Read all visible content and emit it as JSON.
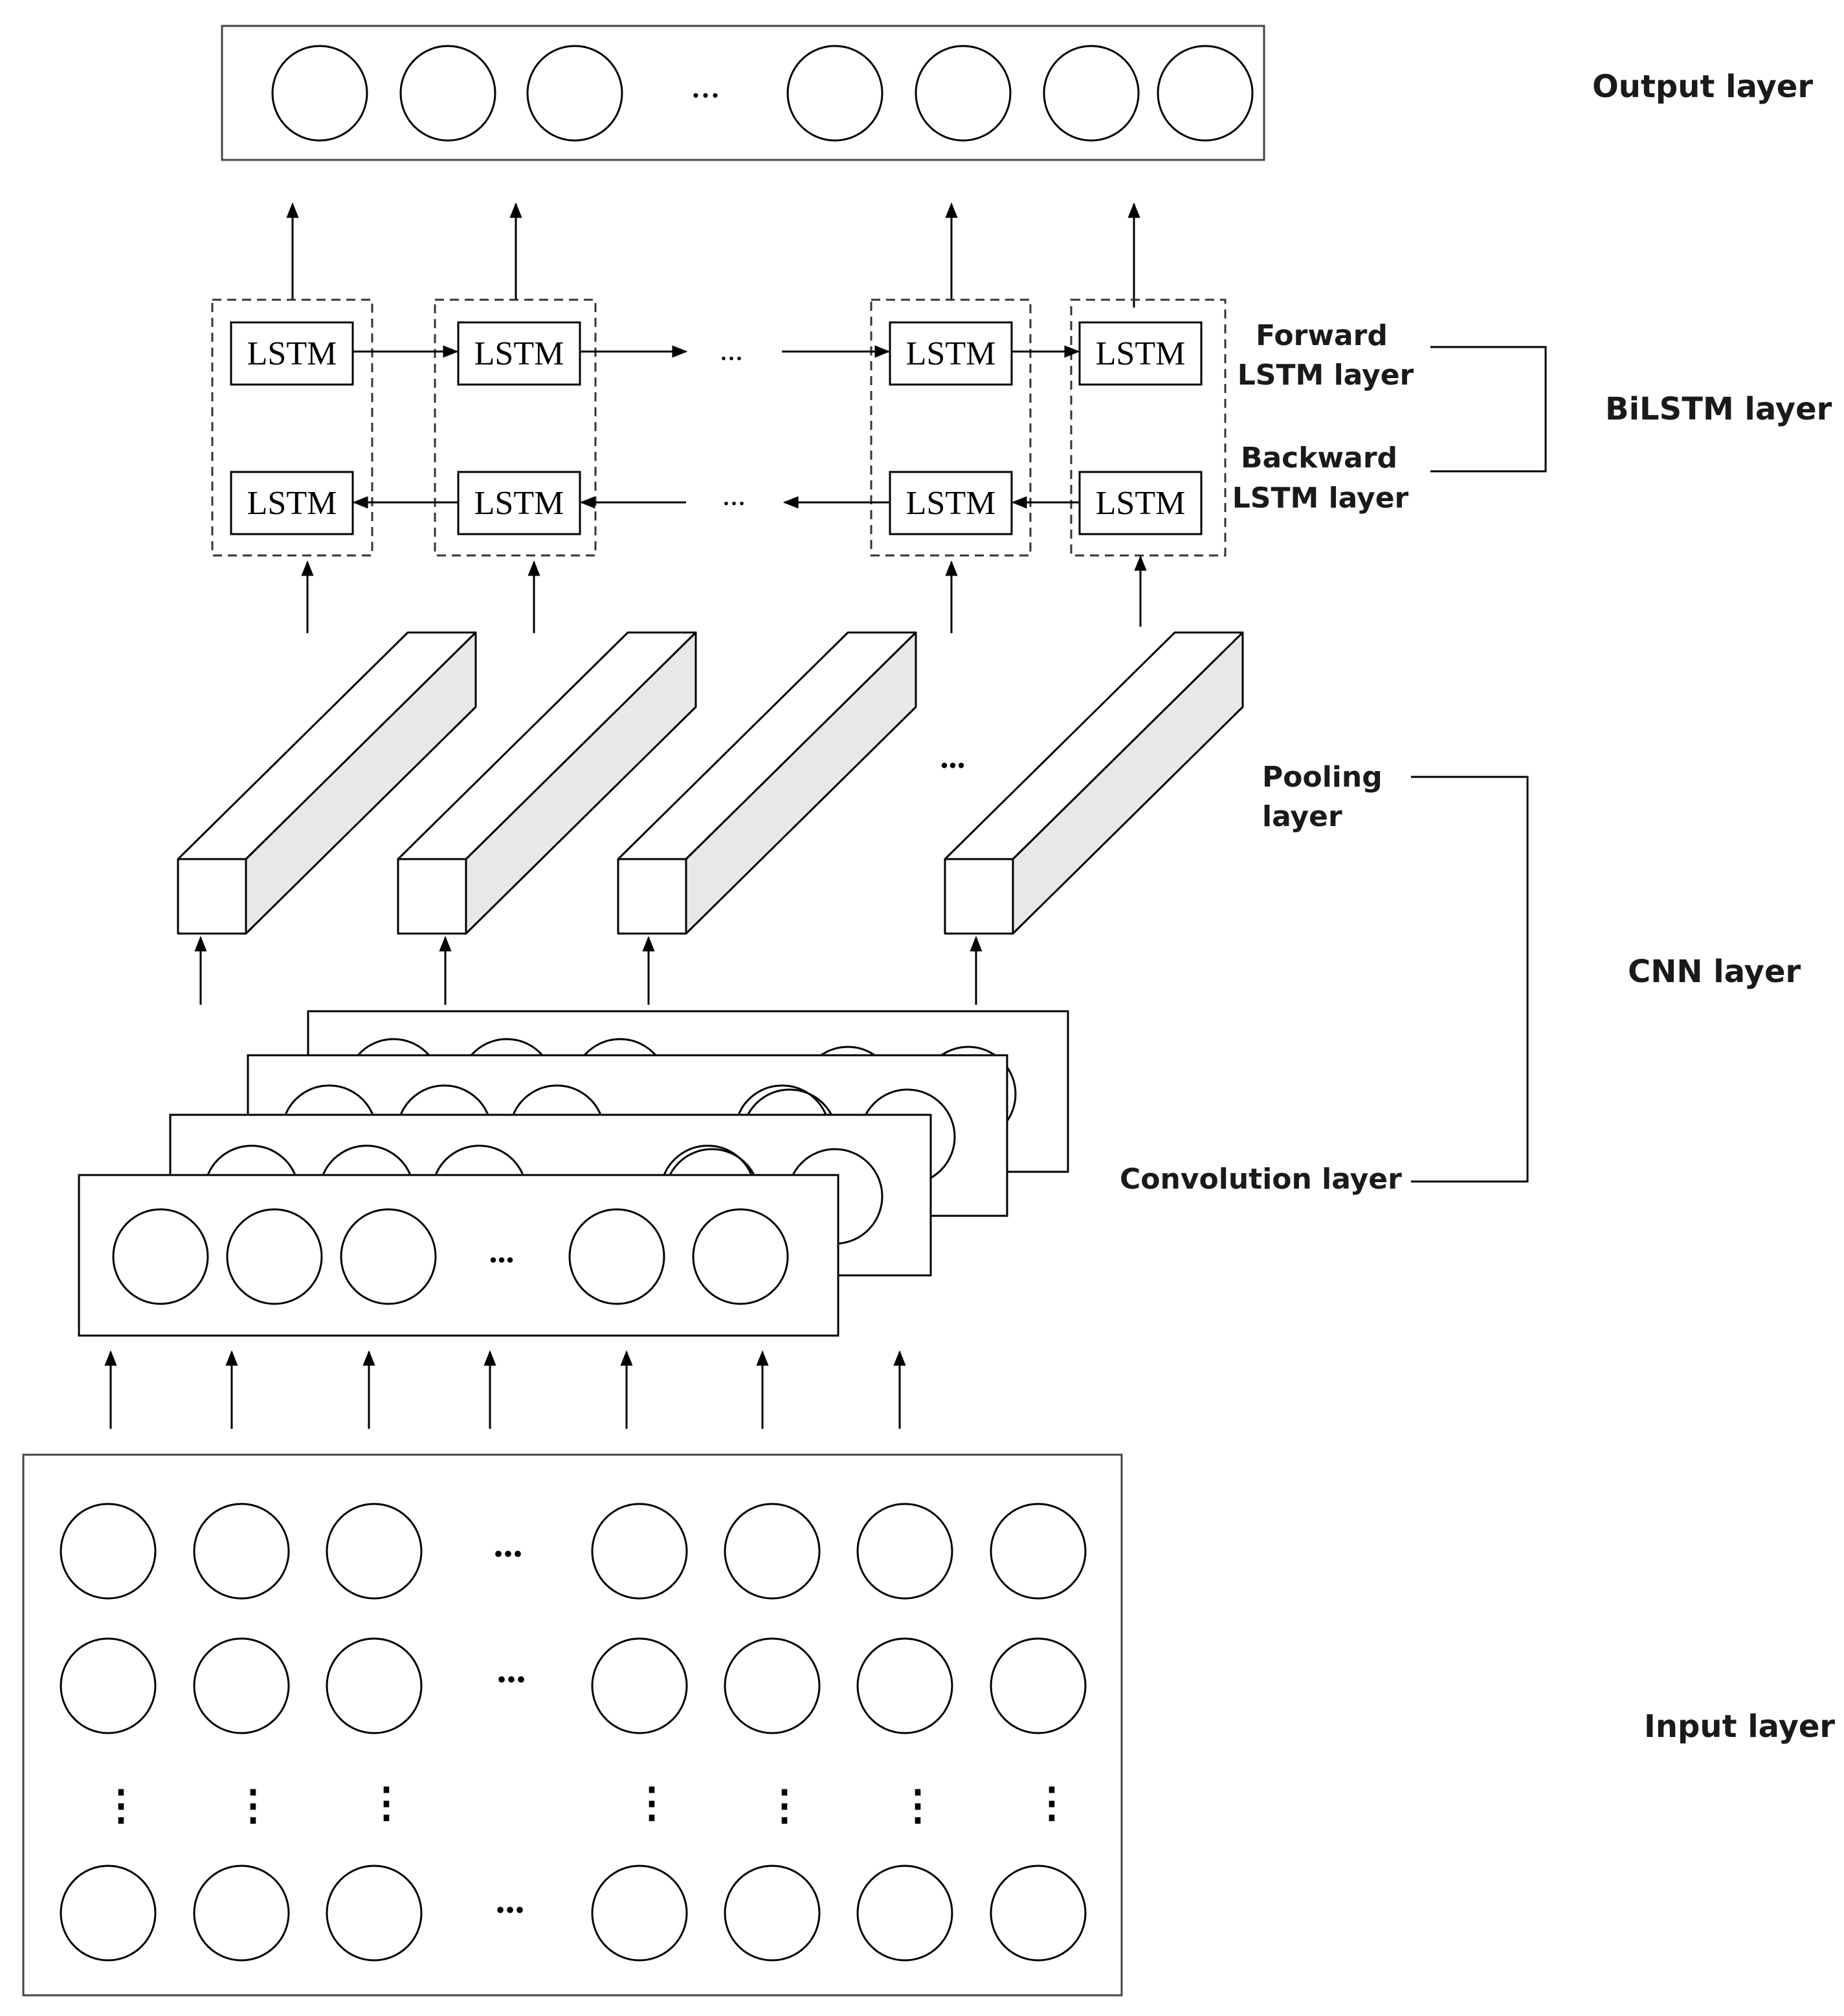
{
  "labels": {
    "output": "Output layer",
    "bilstm": "BiLSTM layer",
    "forward_l1": "Forward",
    "forward_l2": "LSTM layer",
    "backward_l1": "Backward",
    "backward_l2": "LSTM layer",
    "pooling_l1": "Pooling",
    "pooling_l2": "layer",
    "cnn": "CNN layer",
    "convolution": "Convolution layer",
    "input": "Input layer"
  },
  "cell_label": "LSTM",
  "ellipsis": "...",
  "vertical_ellipsis": "⋮"
}
